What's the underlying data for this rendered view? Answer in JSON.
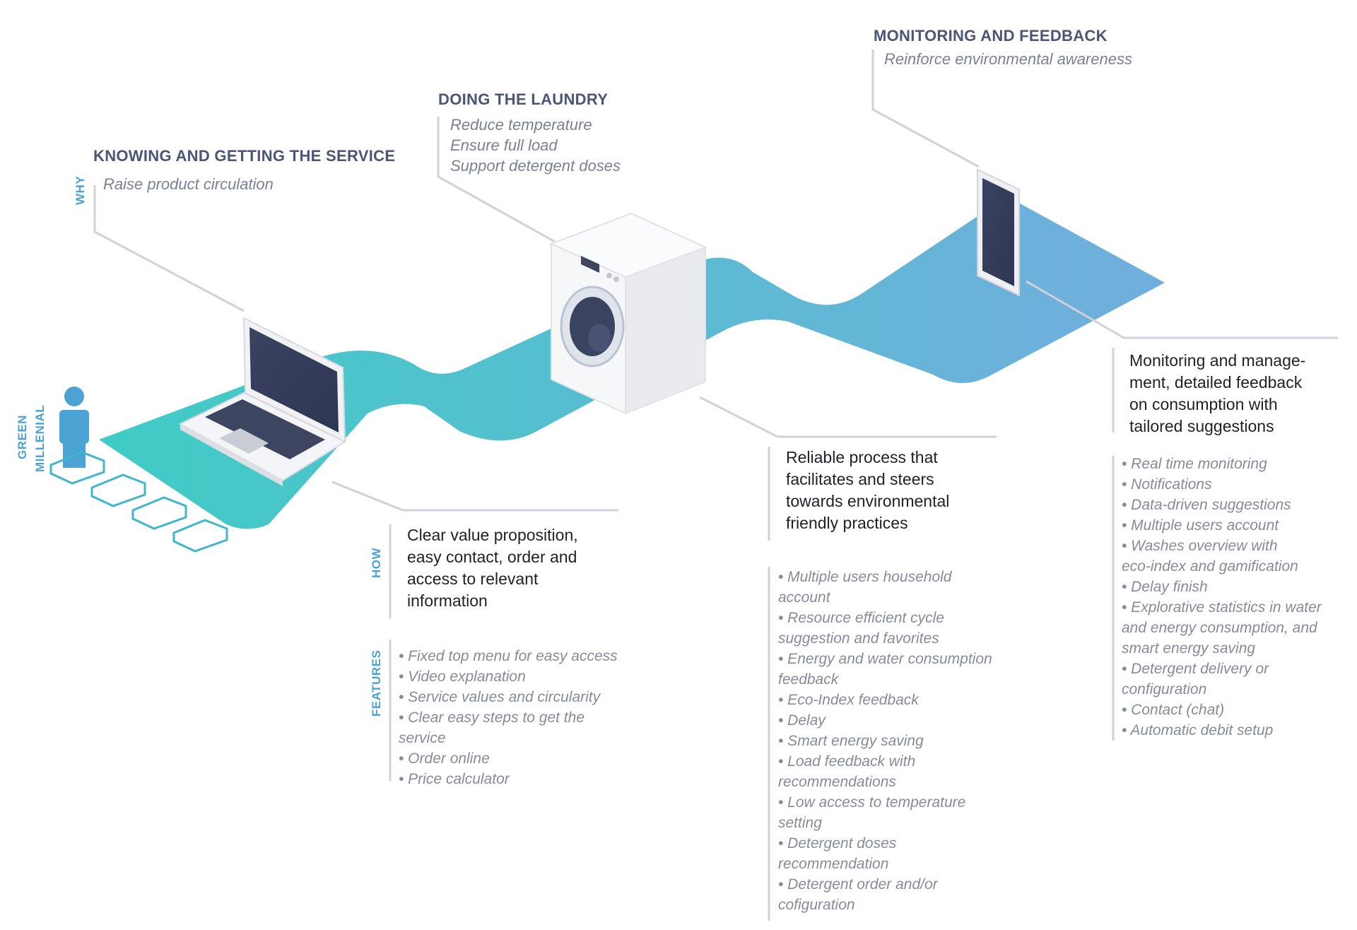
{
  "labels": {
    "why": "WHY",
    "how": "HOW",
    "features": "FEATURES",
    "persona_line1": "GREEN",
    "persona_line2": "MILLENIAL"
  },
  "stages": [
    {
      "title": "KNOWING AND GETTING THE SERVICE",
      "why": [
        "Raise product circulation"
      ],
      "description": [
        "Clear value proposition,",
        "easy contact, order and",
        "access to relevant",
        "information"
      ],
      "features": [
        "• Fixed top menu for easy access",
        "• Video explanation",
        "• Service values and circularity",
        "• Clear easy steps to get the",
        "service",
        "• Order online",
        "• Price calculator"
      ]
    },
    {
      "title": "DOING THE LAUNDRY",
      "why": [
        "Reduce temperature",
        "Ensure full load",
        "Support detergent doses"
      ],
      "description": [
        "Reliable process that",
        "facilitates and steers",
        "towards environmental",
        "friendly  practices"
      ],
      "features": [
        "• Multiple users household",
        "account",
        "• Resource efficient cycle",
        "suggestion and favorites",
        "• Energy and water consumption",
        "feedback",
        "• Eco-Index feedback",
        "• Delay",
        "• Smart energy saving",
        "• Load feedback with",
        "recommendations",
        "• Low access to temperature",
        "setting",
        "• Detergent doses",
        "recommendation",
        "• Detergent order and/or",
        "cofiguration"
      ]
    },
    {
      "title": "MONITORING AND FEEDBACK",
      "why": [
        "Reinforce environmental awareness"
      ],
      "description": [
        "Monitoring and manage-",
        "ment, detailed feedback",
        "on consumption with",
        "tailored suggestions"
      ],
      "features": [
        "• Real time monitoring",
        "• Notifications",
        "• Data-driven suggestions",
        "• Multiple users account",
        "• Washes overview with",
        "eco-index and gamification",
        "• Delay finish",
        "• Explorative statistics in water",
        "and energy consumption, and",
        "smart energy saving",
        "• Detergent delivery or",
        "configuration",
        "• Contact (chat)",
        "• Automatic debit setup"
      ]
    }
  ],
  "colors": {
    "path_start": "#36c9c2",
    "path_end": "#6aa9dc",
    "title": "#4a5578",
    "accent": "#4aa3d2",
    "leader_line": "#cfd2d8"
  },
  "icons": [
    "person-icon",
    "laptop-icon",
    "washing-machine-icon",
    "smartphone-icon",
    "footstep-icon"
  ]
}
